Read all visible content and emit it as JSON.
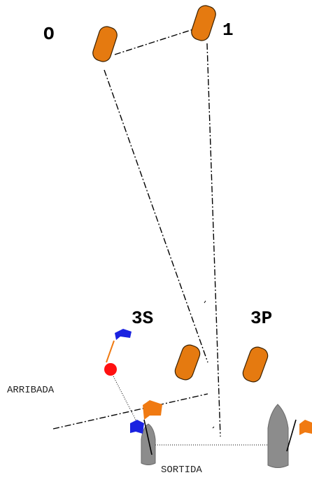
{
  "colors": {
    "buoy": "#e57a10",
    "buoy_outline": "#3a2000",
    "boat": "#8c8c8c",
    "flag_orange": "#f07a12",
    "flag_blue": "#1a22e0",
    "ball_red": "#ff1010"
  },
  "marks": {
    "mark_0": "O",
    "mark_1": "1",
    "mark_3s": "3S",
    "mark_3p": "3P"
  },
  "zones": {
    "finish": "ARRIBADA",
    "start": "SORTIDA"
  },
  "icons": [
    "buoy-icon",
    "committee-boat-icon",
    "pin-boat-icon",
    "orange-flag-icon",
    "blue-flag-icon",
    "red-ball-icon"
  ]
}
